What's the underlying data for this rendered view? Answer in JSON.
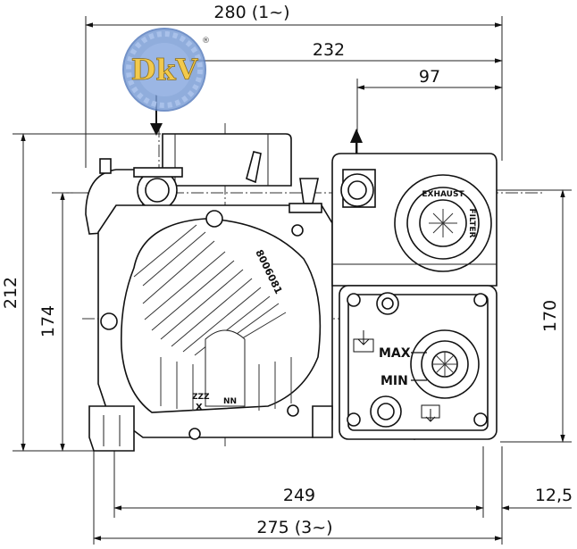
{
  "logo": {
    "text": "DkV",
    "registered": "®"
  },
  "dimensions": {
    "total_width_1ph": "280 (1~)",
    "width_232": "232",
    "width_97": "97",
    "height_212": "212",
    "height_174": "174",
    "height_170": "170",
    "width_249": "249",
    "offset_12_5": "12,5",
    "total_width_3ph": "275 (3~)"
  },
  "labels": {
    "serial": "8006081",
    "exhaust_filter_top": "EXHAUST",
    "exhaust_filter_bottom": "FILTER",
    "max": "MAX",
    "min": "MIN",
    "hatch_symbol": "ZZZ",
    "x_mark": "X",
    "nn_mark": "NN"
  },
  "colors": {
    "logo_blue": "#6a8cc8",
    "logo_yellow": "#f2c94c",
    "line": "#111111"
  }
}
